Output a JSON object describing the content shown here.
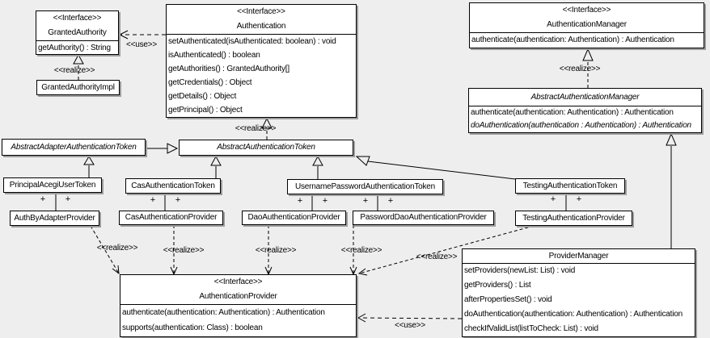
{
  "labels": {
    "use": "&lt;&lt;use&gt;&gt;",
    "realize": "&lt;&lt;realize&gt;&gt;",
    "plus": "+"
  },
  "labels_plain": {
    "use": "<<use>>",
    "realize": "<<realize>>",
    "plus": "+"
  },
  "classes": {
    "granted_authority": {
      "stereotype": "<<Interface>>",
      "name": "GrantedAuthority",
      "methods": [
        "getAuthority() : String"
      ]
    },
    "granted_authority_impl": {
      "name": "GrantedAuthorityImpl"
    },
    "authentication": {
      "stereotype": "<<Interface>>",
      "name": "Authentication",
      "methods": [
        "setAuthenticated(isAuthenticated: boolean) : void",
        "isAuthenticated() : boolean",
        "getAuthorities() : GrantedAuthority[]",
        "getCredentials() : Object",
        "getDetails() : Object",
        "getPrincipal() : Object"
      ]
    },
    "authentication_manager": {
      "stereotype": "<<Interface>>",
      "name": "AuthenticationManager",
      "methods": [
        "authenticate(authentication: Authentication) : Authentication"
      ]
    },
    "abstract_authentication_manager": {
      "name": "AbstractAuthenticationManager",
      "methods": [
        "authenticate(authentication: Authentication) : Authentication",
        "doAuthentication(authentication : Authentication) : Authentication"
      ]
    },
    "abstract_adapter_authentication_token": {
      "name": "AbstractAdapterAuthenticationToken"
    },
    "abstract_authentication_token": {
      "name": "AbstractAuthenticationToken"
    },
    "principal_acegi_user_token": {
      "name": "PrincipalAcegiUserToken"
    },
    "cas_authentication_token": {
      "name": "CasAuthenticationToken"
    },
    "username_password_authentication_token": {
      "name": "UsernamePasswordAuthenticationToken"
    },
    "testing_authentication_token": {
      "name": "TestingAuthenticationToken"
    },
    "auth_by_adapter_provider": {
      "name": "AuthByAdapterProvider"
    },
    "cas_authentication_provider": {
      "name": "CasAuthenticationProvider"
    },
    "dao_authentication_provider": {
      "name": "DaoAuthenticationProvider"
    },
    "password_dao_authentication_provider": {
      "name": "PasswordDaoAuthenticationProvider"
    },
    "testing_authentication_provider": {
      "name": "TestingAuthenticationProvider"
    },
    "authentication_provider": {
      "stereotype": "<<Interface>>",
      "name": "AuthenticationProvider",
      "methods": [
        "authenticate(authentication: Authentication) : Authentication",
        "supports(authentication: Class) : boolean"
      ]
    },
    "provider_manager": {
      "name": "ProviderManager",
      "methods": [
        "setProviders(newList: List) : void",
        "getProviders() : List",
        "afterPropertiesSet() : void",
        "doAuthentication(authentication: Authentication) : Authentication",
        "checkIfValidList(listToCheck: List) : void"
      ]
    }
  },
  "colors": {
    "background": "#eeeeee",
    "box_fill": "#ffffff",
    "border": "#000000",
    "shadow": "#9c9c9c"
  }
}
